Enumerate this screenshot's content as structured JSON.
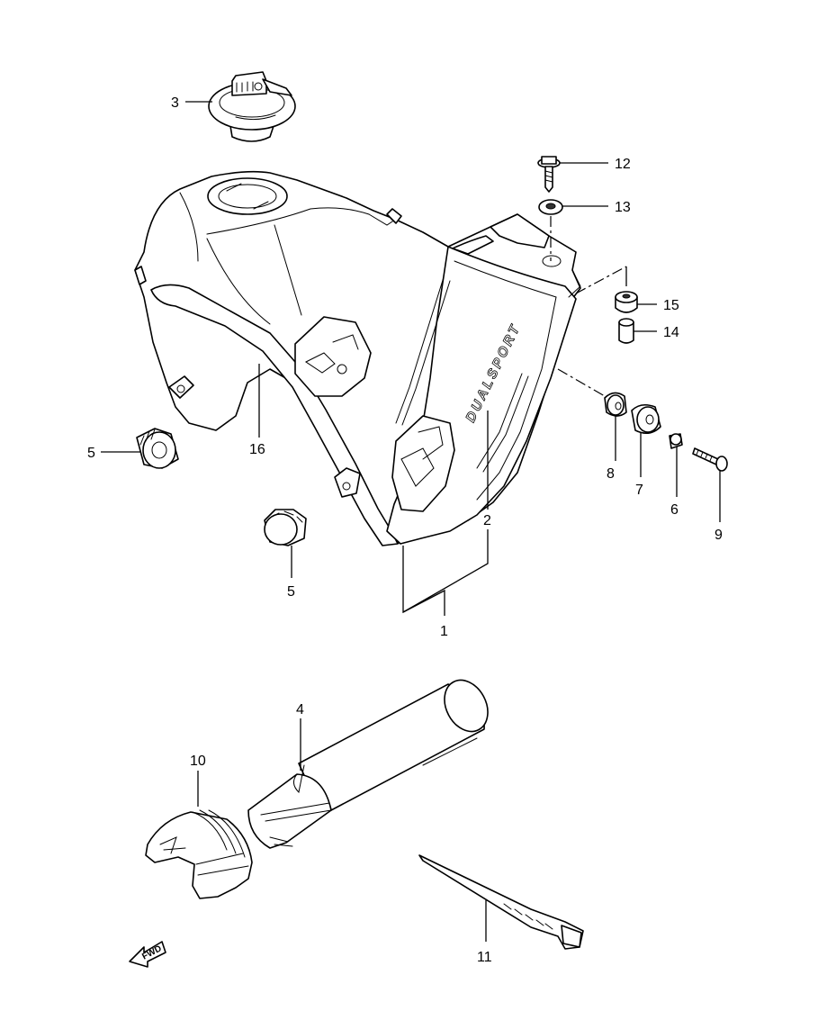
{
  "diagram": {
    "decal_text": "DUALSPORT",
    "fwd_text": "FWD",
    "callouts": [
      {
        "id": "c1",
        "label": "1"
      },
      {
        "id": "c2",
        "label": "2"
      },
      {
        "id": "c3",
        "label": "3"
      },
      {
        "id": "c4",
        "label": "4"
      },
      {
        "id": "c5a",
        "label": "5"
      },
      {
        "id": "c5b",
        "label": "5"
      },
      {
        "id": "c6",
        "label": "6"
      },
      {
        "id": "c7",
        "label": "7"
      },
      {
        "id": "c8",
        "label": "8"
      },
      {
        "id": "c9",
        "label": "9"
      },
      {
        "id": "c10",
        "label": "10"
      },
      {
        "id": "c11",
        "label": "11"
      },
      {
        "id": "c12",
        "label": "12"
      },
      {
        "id": "c13",
        "label": "13"
      },
      {
        "id": "c14",
        "label": "14"
      },
      {
        "id": "c15",
        "label": "15"
      },
      {
        "id": "c16",
        "label": "16"
      }
    ]
  }
}
